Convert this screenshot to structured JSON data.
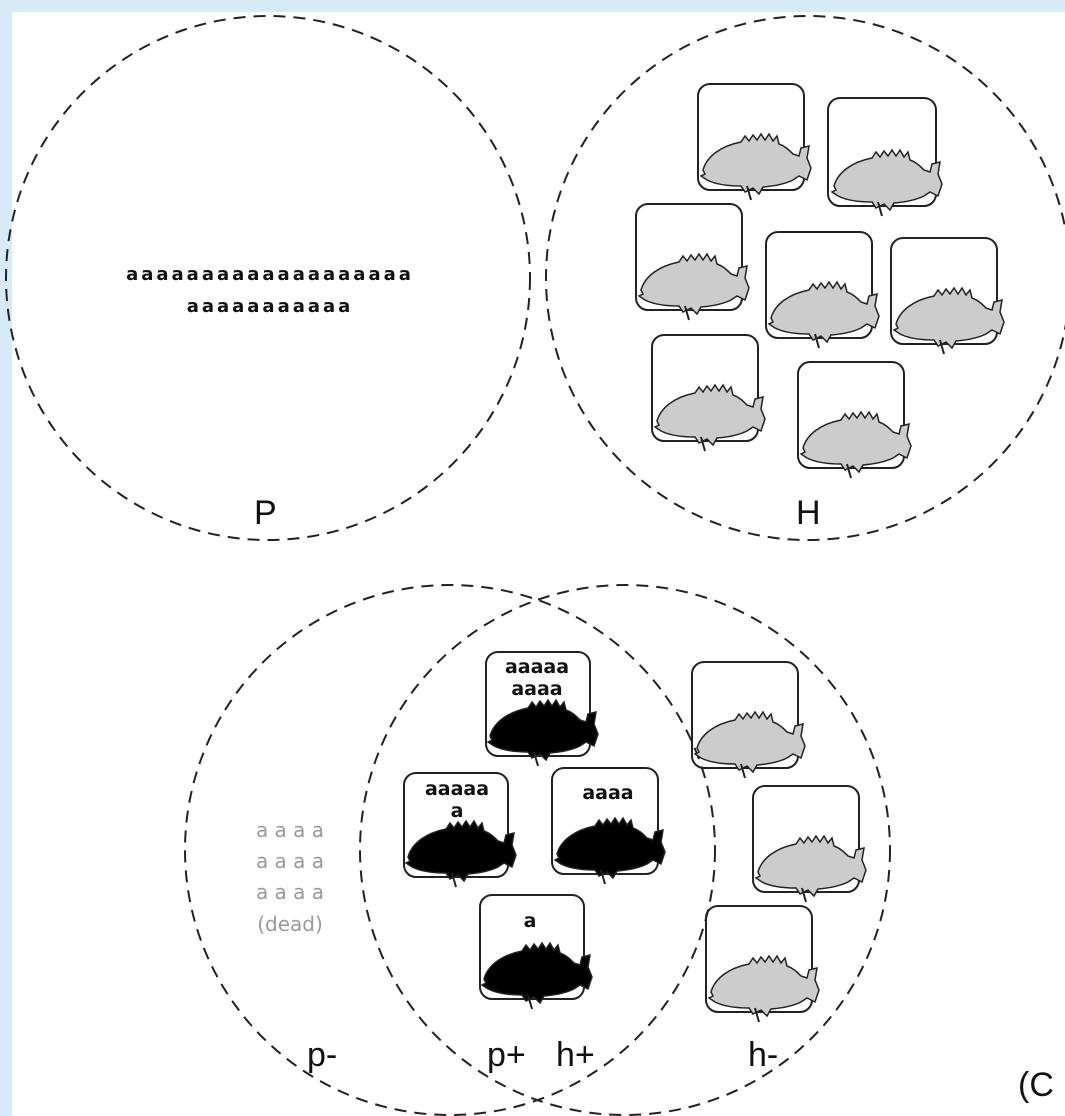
{
  "background": {
    "band_color": "#d7eaf7",
    "panel_color": "#ffffff"
  },
  "top": {
    "left_circle_label": "P",
    "right_circle_label": "H",
    "parasites_line1": "aaaaaaaaaaaaaaaaaaa",
    "parasites_line2": "aaaaaaaaaaa",
    "host_count": 7
  },
  "bottom": {
    "labels": {
      "p_minus": "p-",
      "p_plus": "p+",
      "h_plus": "h+",
      "h_minus": "h-"
    },
    "dead_parasites": {
      "line1": "a a a a",
      "line2": "a a a a",
      "line3": "a a a a",
      "note": "(dead)"
    },
    "infected_hosts": [
      {
        "text": "aaaaa\naaaa"
      },
      {
        "text": "aaaaa\na"
      },
      {
        "text": "aaaa"
      },
      {
        "text": "a"
      }
    ],
    "uninfected_host_count": 3
  },
  "corner_label": "(C",
  "colors": {
    "infected_fish": "#000000",
    "uninfected_fish": "#cccccc",
    "dead_text": "#9a9a9a",
    "line": "#222222"
  }
}
